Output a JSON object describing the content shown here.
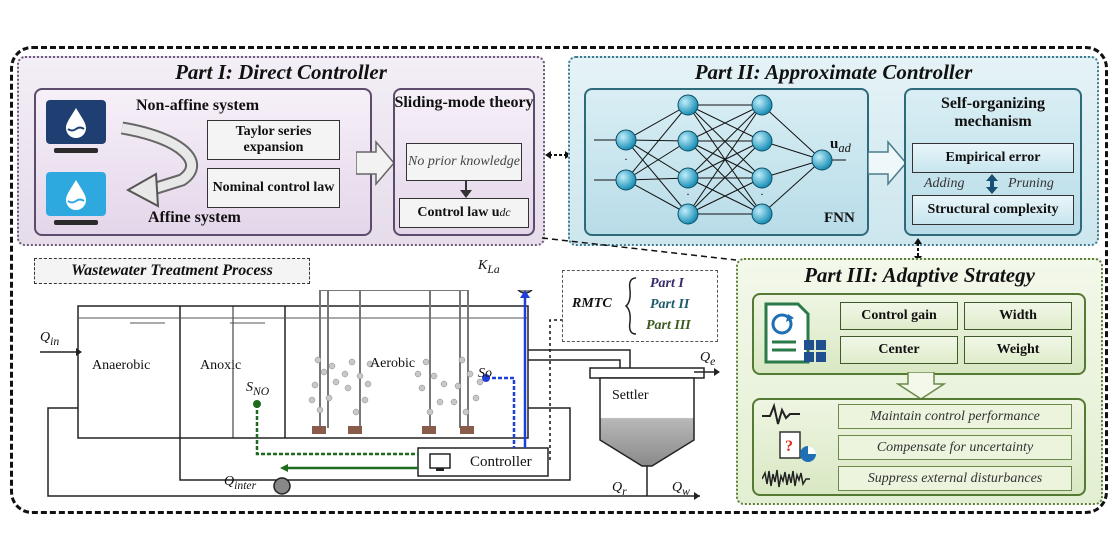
{
  "part1": {
    "title": "Part I: Direct Controller",
    "non_affine": "Non-affine system",
    "affine": "Affine system",
    "taylor": "Taylor series expansion",
    "nominal": "Nominal control law",
    "sliding": "Sliding-mode theory",
    "no_prior": "No prior knowledge",
    "control_law": "Control law u",
    "control_law_sub": "dc"
  },
  "part2": {
    "title": "Part II: Approximate Controller",
    "fnn": "FNN",
    "u_ad": "u",
    "u_ad_sub": "ad",
    "self_org": "Self-organizing mechanism",
    "empirical": "Empirical error",
    "adding": "Adding",
    "pruning": "Pruning",
    "structural": "Structural complexity"
  },
  "part3": {
    "title": "Part III: Adaptive Strategy",
    "params": [
      "Control gain",
      "Width",
      "Center",
      "Weight"
    ],
    "goals": [
      "Maintain control performance",
      "Compensate for uncertainty",
      "Suppress external disturbances"
    ]
  },
  "wwtp": {
    "title": "Wastewater Treatment Process",
    "anaerobic": "Anaerobic",
    "anoxic": "Anoxic",
    "aerobic": "Aerobic",
    "settler": "Settler",
    "controller": "Controller",
    "rmtc": "RMTC",
    "rmtc_parts": [
      "Part I",
      "Part II",
      "Part III"
    ],
    "q_in": "Q",
    "q_in_sub": "in",
    "q_e": "Q",
    "q_e_sub": "e",
    "q_r": "Q",
    "q_r_sub": "r",
    "q_w": "Q",
    "q_w_sub": "w",
    "q_inter": "Q",
    "q_inter_sub": "inter",
    "kla": "K",
    "kla_sub": "La",
    "sno": "S",
    "sno_sub": "NO",
    "so": "So"
  },
  "colors": {
    "part1_bg": "#e9dfee",
    "part2_bg": "#d3eaf1",
    "part3_bg": "#e6f0d8",
    "node": "#49b6d6",
    "air_line": "#1f3fd8",
    "no_line": "#1d6b1d"
  }
}
